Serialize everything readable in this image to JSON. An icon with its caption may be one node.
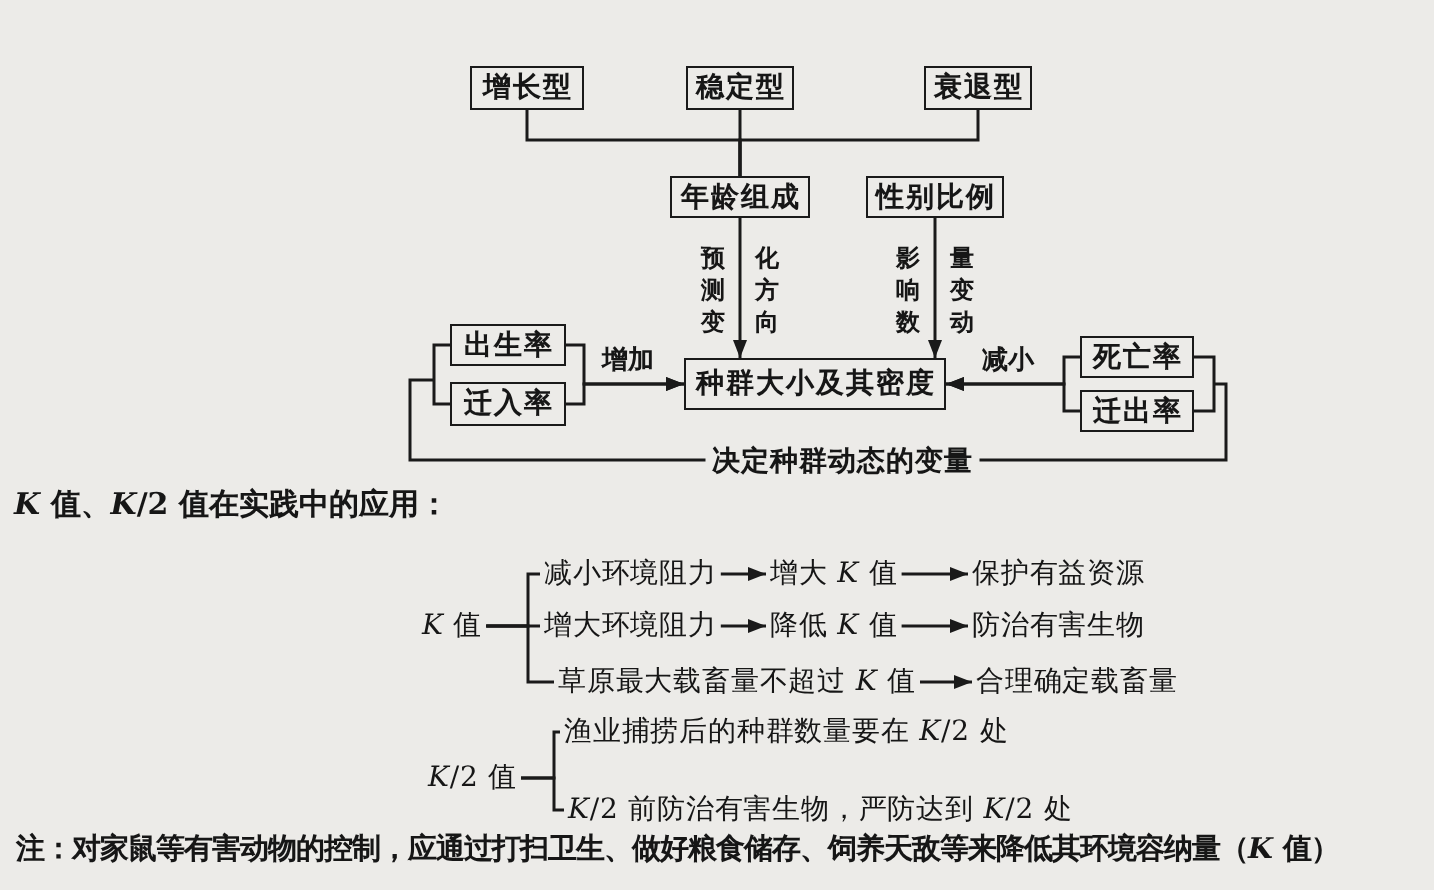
{
  "diagram": {
    "nodes": [
      {
        "text": [
          "增长型"
        ]
      },
      {
        "text": [
          "稳定型"
        ]
      },
      {
        "text": [
          "衰退型"
        ]
      },
      {
        "text": [
          "年龄组成"
        ]
      },
      {
        "text": [
          "性别比例"
        ]
      },
      {
        "text": [
          "出生率"
        ]
      },
      {
        "text": [
          "迁入率"
        ]
      },
      {
        "text": [
          "种群大小及其密度"
        ]
      },
      {
        "text": [
          "死亡率"
        ]
      },
      {
        "text": [
          "迁出率"
        ]
      },
      {
        "text": [
          "*K* 值"
        ]
      },
      {
        "text": [
          "减小环境阻力"
        ]
      },
      {
        "text": [
          "增大 *K* 值"
        ]
      },
      {
        "text": [
          "保护有益资源"
        ]
      },
      {
        "text": [
          "增大环境阻力"
        ]
      },
      {
        "text": [
          "降低 *K* 值"
        ]
      },
      {
        "text": [
          "防治有害生物"
        ]
      },
      {
        "text": [
          "草原最大载畜量不超过 *K* 值"
        ]
      },
      {
        "text": [
          "合理确定载畜量"
        ]
      },
      {
        "text": [
          "*K*/2 值"
        ]
      },
      {
        "text": [
          "渔业捕捞后的种群数量要在 *K*/2 处"
        ]
      },
      {
        "text": [
          "*K*/2 前防治有害生物，严防达到 *K*/2 处"
        ]
      }
    ],
    "edges": [
      {
        "from": 0,
        "to": 3,
        "arrow": "none"
      },
      {
        "from": 1,
        "to": 3,
        "arrow": "none"
      },
      {
        "from": 2,
        "to": 3,
        "arrow": "none"
      },
      {
        "from": 3,
        "to": 7,
        "arrow": "to",
        "label": "预测变化方向"
      },
      {
        "from": 4,
        "to": 7,
        "arrow": "to",
        "label": "影响数量变动"
      },
      {
        "from": 5,
        "to": 7,
        "arrow": "to",
        "label": "增加"
      },
      {
        "from": 6,
        "to": 7,
        "arrow": "to"
      },
      {
        "from": 8,
        "to": 7,
        "arrow": "to",
        "label": "减小"
      },
      {
        "from": 9,
        "to": 7,
        "arrow": "to"
      },
      {
        "from": 10,
        "to": 11,
        "arrow": "none"
      },
      {
        "from": 10,
        "to": 14,
        "arrow": "none"
      },
      {
        "from": 10,
        "to": 17,
        "arrow": "none"
      },
      {
        "from": 11,
        "to": 12,
        "arrow": "to"
      },
      {
        "from": 12,
        "to": 13,
        "arrow": "to"
      },
      {
        "from": 14,
        "to": 15,
        "arrow": "to"
      },
      {
        "from": 15,
        "to": 16,
        "arrow": "to"
      },
      {
        "from": 17,
        "to": 18,
        "arrow": "to"
      },
      {
        "from": 19,
        "to": 20,
        "arrow": "none"
      },
      {
        "from": 19,
        "to": 21,
        "arrow": "none"
      }
    ],
    "labels": [
      "决定种群动态的变量",
      "*K* 值、*K*/2 值在实践中的应用：",
      "注：对家鼠等有害动物的控制，应通过打扫卫生、做好粮食储存、饲养天敌等来降低其环境容纳量（*K* 值）"
    ]
  }
}
